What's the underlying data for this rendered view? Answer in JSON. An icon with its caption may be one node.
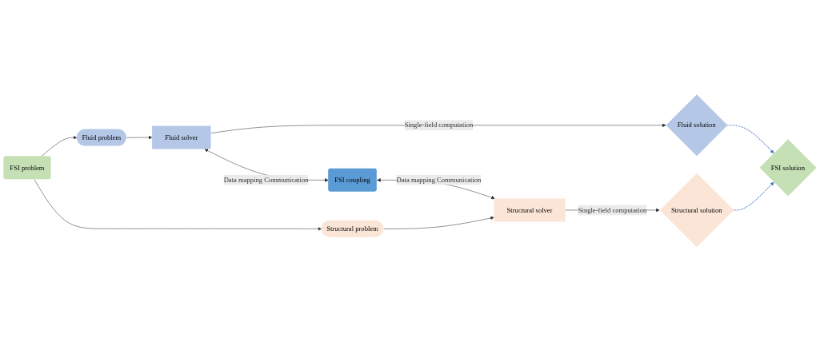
{
  "diagram": {
    "nodes": [
      {
        "text": [
          "Fluid problem"
        ]
      },
      {
        "text": [
          "Fluid solver"
        ]
      },
      {
        "text": [
          "Fluid solution"
        ]
      },
      {
        "text": [
          "FSI problem"
        ]
      },
      {
        "text": [
          "FSI coupling"
        ]
      },
      {
        "text": [
          "FSI solution"
        ]
      },
      {
        "text": [
          "Structural problem"
        ]
      },
      {
        "text": [
          "Structural solver"
        ]
      },
      {
        "text": [
          "Structural solution"
        ]
      }
    ],
    "edges": [
      {
        "from": 3,
        "to": 0,
        "arrow": "to"
      },
      {
        "from": 3,
        "to": 6,
        "arrow": "to"
      },
      {
        "from": 0,
        "to": 1,
        "arrow": "to"
      },
      {
        "from": 1,
        "to": 2,
        "arrow": "to",
        "label": "Single-field computation"
      },
      {
        "from": 1,
        "to": 4,
        "arrow": "both",
        "label": "Data mapping Communication"
      },
      {
        "from": 4,
        "to": 7,
        "arrow": "both",
        "label": "Data mapping Communication"
      },
      {
        "from": 6,
        "to": 7,
        "arrow": "to"
      },
      {
        "from": 7,
        "to": 8,
        "arrow": "to",
        "label": "Single-field computation"
      },
      {
        "from": 2,
        "to": 5,
        "arrow": "to",
        "style": "dashed",
        "color": "#4472c4"
      },
      {
        "from": 8,
        "to": 5,
        "arrow": "to",
        "style": "dashed",
        "color": "#4472c4"
      }
    ]
  }
}
